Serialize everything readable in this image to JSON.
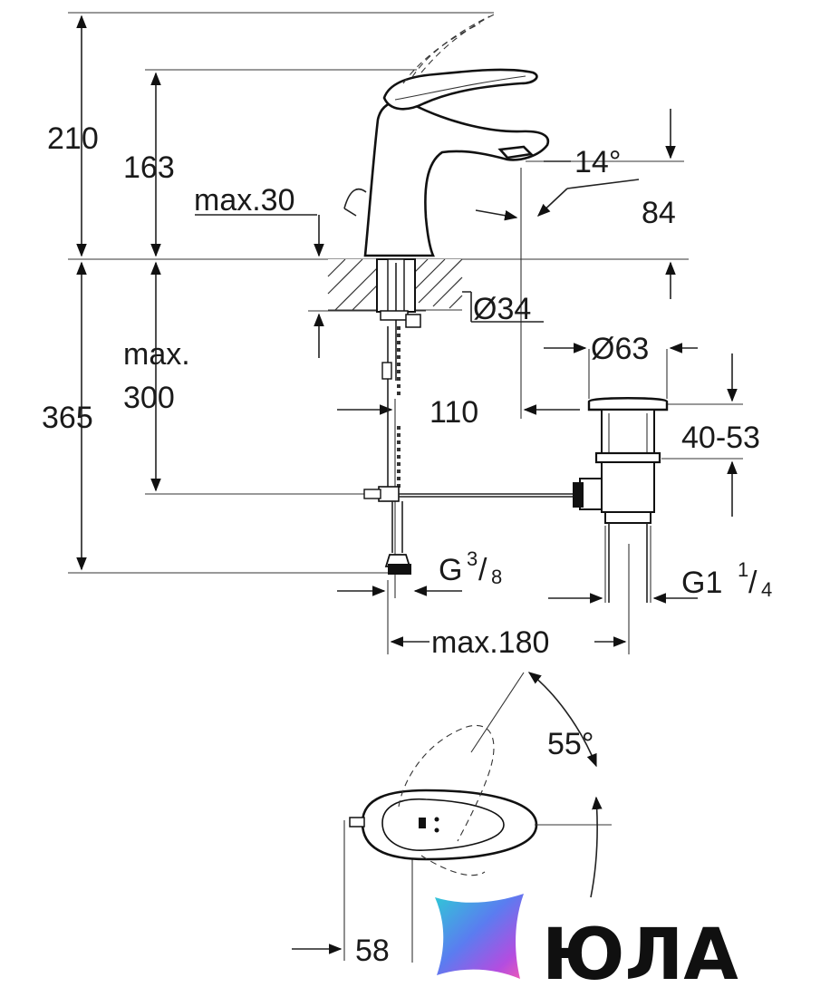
{
  "dimensions": {
    "total_height": "210",
    "spout_height": "163",
    "max_deck_thickness": "max.30",
    "spout_angle": "14°",
    "spout_outlet_height": "84",
    "hole_diameter": "Ø34",
    "max_below_label_1": "max.",
    "max_below_label_2": "300",
    "below_deck": "365",
    "waste_diameter": "Ø63",
    "spout_reach": "110",
    "basin_thickness": "40-53",
    "supply_thread_base": "G",
    "supply_thread_num": "3",
    "supply_thread_den": "8",
    "waste_thread_base": "G1",
    "waste_thread_num": "1",
    "waste_thread_den": "4",
    "max_waste_distance": "max.180",
    "lever_rotation": "55°",
    "lever_offset": "58"
  },
  "brand": {
    "name": "ЮЛА",
    "colors": [
      "#5b7cf0",
      "#b34de0",
      "#2fc9d6",
      "#f05ab4"
    ]
  }
}
